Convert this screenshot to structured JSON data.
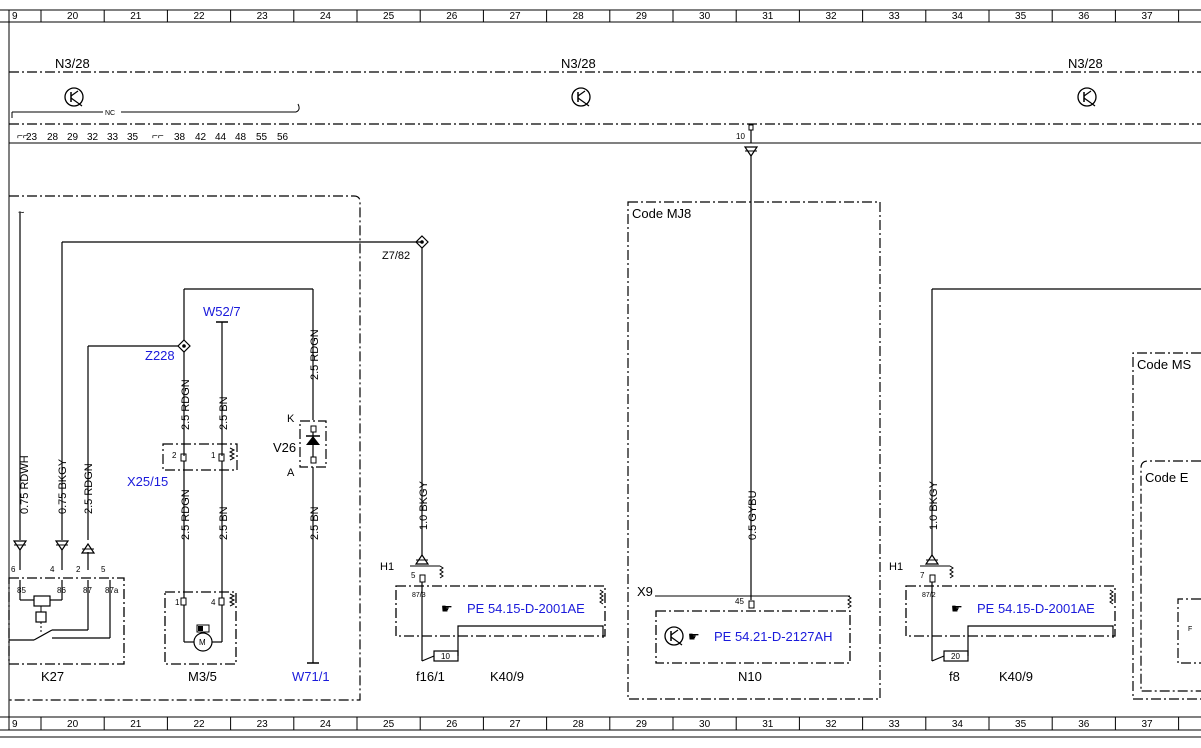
{
  "ruler": {
    "labels": [
      "9",
      "20",
      "21",
      "22",
      "23",
      "24",
      "25",
      "26",
      "27",
      "28",
      "29",
      "30",
      "31",
      "32",
      "33",
      "34",
      "35",
      "36",
      "37"
    ]
  },
  "control_unit": {
    "label": "N3/28",
    "nc_label": "NC",
    "pins_left": [
      "23",
      "28",
      "29",
      "32",
      "33",
      "35"
    ],
    "pins_right": [
      "38",
      "42",
      "44",
      "48",
      "55",
      "56"
    ],
    "pin_10": "10"
  },
  "wires": {
    "k27_rdwh": "0.75 RDWH",
    "k27_bkgy": "0.75 BKGY",
    "k27_rdgn": "2.5 RDGN",
    "m35_rdgn_upper": "2.5 RDGN",
    "m35_bn_upper": "2.5 BN",
    "m35_rdgn_lower": "2.5 RDGN",
    "m35_bn_lower": "2.5 BN",
    "v26_rdgn": "2.5 RDGN",
    "v26_bn": "2.5 BN",
    "h1_left_bkgy": "1.0 BKGY",
    "n10_gybu": "0.5 GYBU",
    "h1_right_bkgy": "1.0 BKGY"
  },
  "connectors": {
    "z7_82": "Z7/82",
    "z228": "Z228",
    "w52_7": "W52/7",
    "x25_15": "X25/15",
    "w71_1": "W71/1",
    "x9": "X9",
    "h1_left": "H1",
    "h1_right": "H1"
  },
  "components": {
    "k27": "K27",
    "m3_5": "M3/5",
    "v26": "V26",
    "v26_k": "K",
    "v26_a": "A",
    "f16_1": "f16/1",
    "k40_9_left": "K40/9",
    "n10": "N10",
    "f8": "f8",
    "k40_9_right": "K40/9",
    "fuse_left_value": "10",
    "fuse_right_value": "20"
  },
  "pins": {
    "k27_6": "6",
    "k27_4": "4",
    "k27_2": "2",
    "k27_5": "5",
    "k27_85": "85",
    "k27_86": "86",
    "k27_87": "87",
    "k27_87a": "87a",
    "x25_2": "2",
    "x25_1": "1",
    "m35_1": "1",
    "m35_4": "4",
    "k40_left_5": "5",
    "k40_left_87_3": "87/3",
    "n10_45": "45",
    "k40_right_7": "7",
    "k40_right_87_2": "87/2"
  },
  "codes": {
    "mj8": "Code MJ8",
    "ms": "Code MS",
    "e": "Code E"
  },
  "references": {
    "k40_left": "PE 54.15-D-2001AE",
    "n10": "PE 54.21-D-2127AH",
    "k40_right": "PE 54.15-D-2001AE"
  },
  "motor_symbol": "M",
  "misc": {
    "tilde": "~",
    "right_edge_letter": "F"
  }
}
